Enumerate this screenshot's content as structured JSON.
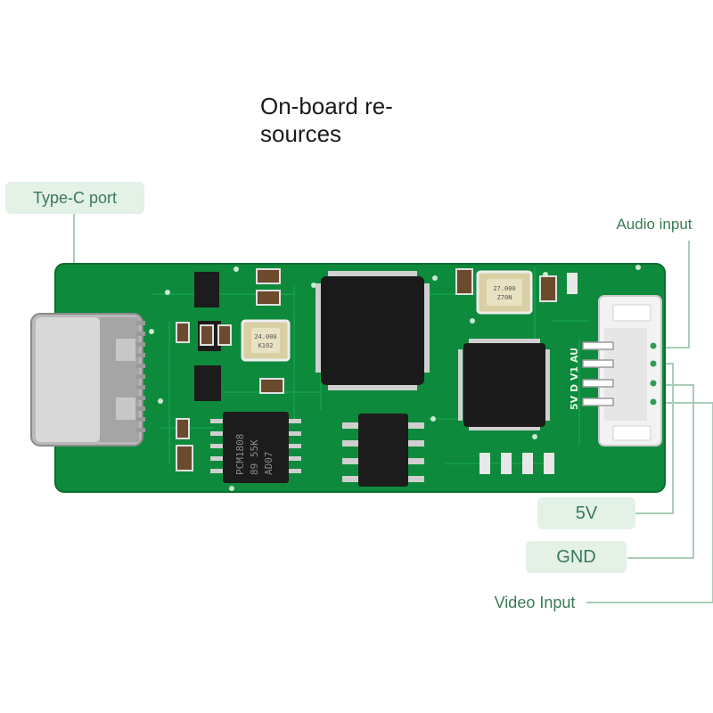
{
  "title": {
    "line1": "On-board re-",
    "line2": "sources"
  },
  "callouts": {
    "type_c": "Type-C port",
    "audio_input": "Audio input",
    "v5": "5V",
    "gnd": "GND",
    "video_input": "Video Input"
  },
  "silkscreen": {
    "pin_labels": "5V D V1 AU",
    "chip_marking_lines": [
      "PCM1808",
      "89 55K",
      "AD07"
    ],
    "crystal_marking_lines": [
      "27.000",
      "Z70N"
    ],
    "crystal2_marking_lines": [
      "24.000",
      "K102"
    ]
  },
  "colors": {
    "pcb": "#0e8a3c",
    "callout_bg": "#e3f1e7",
    "callout_text": "#3b7a55",
    "leader_line": "#a9cdb6"
  }
}
